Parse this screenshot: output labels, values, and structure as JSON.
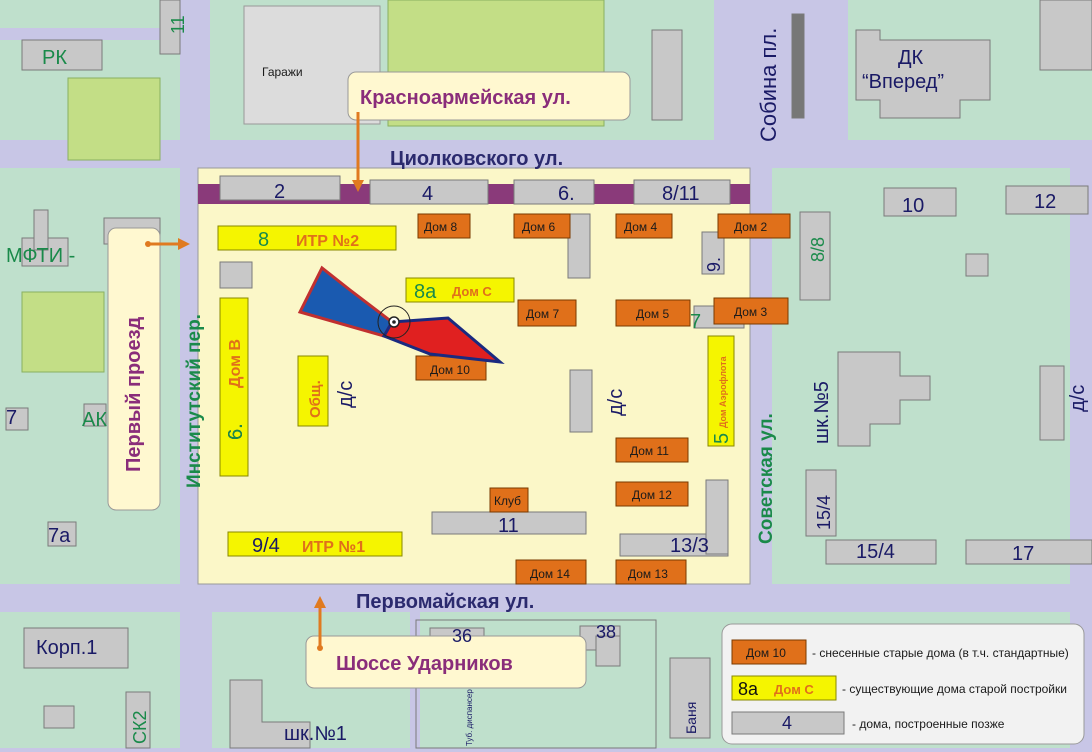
{
  "streets": {
    "tsiolkovskogo": "Циолковского ул.",
    "pervomaiskaya": "Первомайская ул.",
    "institutsky": "Институтский пер.",
    "sovetskaya": "Советская ул.",
    "sobina": "Собина пл."
  },
  "callouts": {
    "krasnoarmeiskaya": "Красноармейская ул.",
    "pervy_proezd": "Первый проезд",
    "shosse": "Шоссе Ударников"
  },
  "places": {
    "garazhi": "Гаражи",
    "dk_line1": "ДК",
    "dk_line2": "“Вперед”",
    "mfti": "МФТИ -",
    "rk": "РК",
    "ak": "АК",
    "korp1": "Корп.1",
    "sk2": "СК2",
    "shk1": "шк.№1",
    "shk5": "шк.№5",
    "banya": "Баня",
    "tub": "Туб. диспансер"
  },
  "numbers": {
    "n2": "2",
    "n4": "4",
    "n6": "6.",
    "n8_11": "8/11",
    "n10": "10",
    "n12": "12",
    "n8_8": "8/8",
    "n9": "9.",
    "n7": "7",
    "n11": "11",
    "n13_3": "13/3",
    "n15_4v": "15/4",
    "n15_4": "15/4",
    "n17": "17",
    "n36": "36",
    "n38": "38",
    "n7a": "7а",
    "n7l": "7",
    "n11top": "11",
    "n6v": "6.",
    "ds1": "д/с",
    "ds2": "д/с",
    "ds3": "д/с"
  },
  "old_houses": {
    "d8": "Дом 8",
    "d6": "Дом 6",
    "d4": "Дом 4",
    "d2": "Дом 2",
    "d7": "Дом 7",
    "d5": "Дом 5",
    "d3": "Дом 3",
    "d10": "Дом 10",
    "d11": "Дом 11",
    "d12": "Дом 12",
    "klub": "Клуб",
    "d14": "Дом 14",
    "d13": "Дом 13"
  },
  "yellow_houses": {
    "itr2_num": "8",
    "itr2": "ИТР №2",
    "domc_num": "8а",
    "domc": "Дом С",
    "domb_num": "6.",
    "domb": "Дом В",
    "obsh": "Общ.",
    "itr1_num": "9/4",
    "itr1": "ИТР №1",
    "aero_num": "5",
    "aero": "Дом Аэрофлота"
  },
  "legend": {
    "old_sample": "Дом 10",
    "old_text": "- снесенные старые дома (в т.ч. стандартные)",
    "exist_num": "8а",
    "exist_sample": "Дом С",
    "exist_text": "- существующие дома старой постройки",
    "new_sample": "4",
    "new_text": "- дома, построенные позже"
  },
  "colors": {
    "background": "#bfe0cc",
    "street": "#c8c6e6",
    "quarter": "#fbf7c8",
    "old_house": "#e0701a",
    "existing_house": "#f5f500",
    "new_house": "#c8c8c8",
    "purple_strip": "#8a3a7a",
    "callout_text": "#8a2d7a",
    "street_text": "#2b2a6e"
  }
}
